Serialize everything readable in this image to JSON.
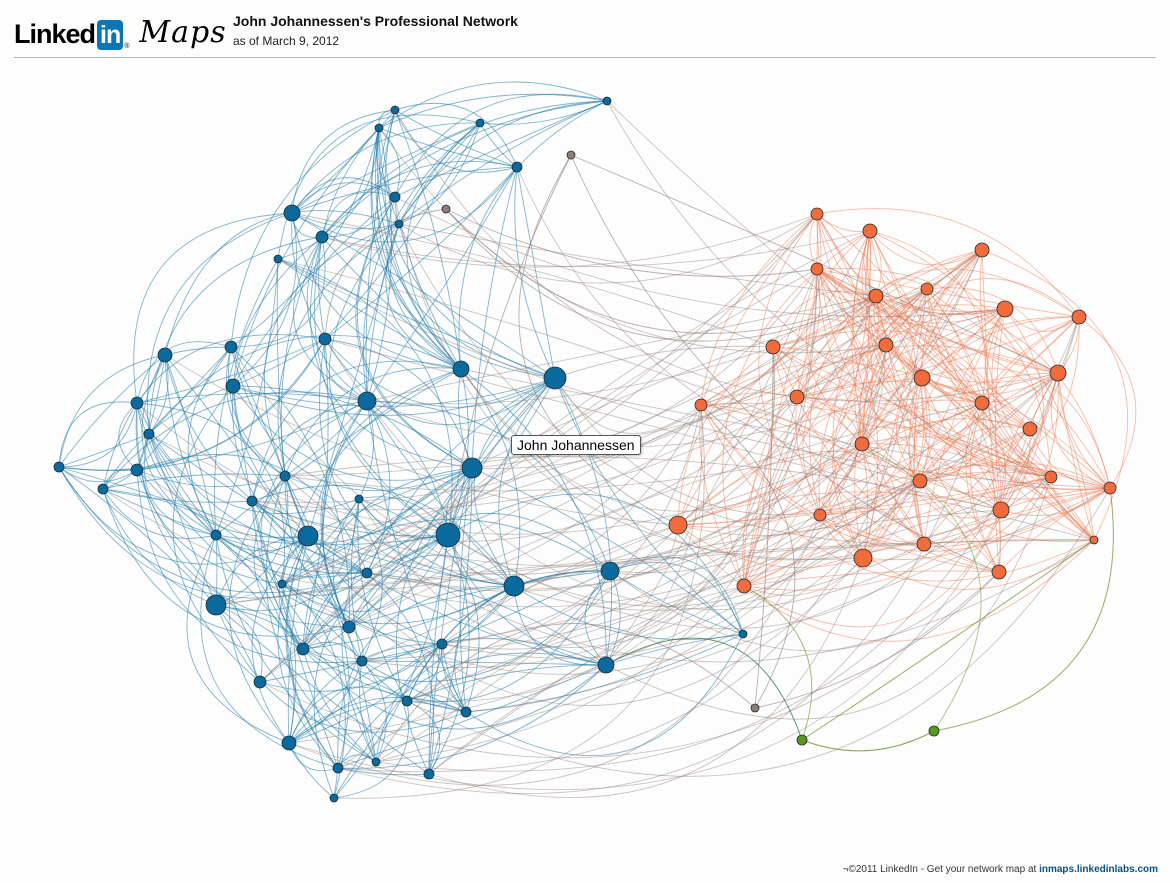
{
  "header": {
    "logo_linked": "Linked",
    "logo_in": "in",
    "logo_maps": "Maps",
    "title": "John Johannessen's Professional Network",
    "subtitle": "as of March 9, 2012"
  },
  "tooltip": {
    "label": "John Johannessen"
  },
  "footer": {
    "copyright": "¬©2011 LinkedIn - Get your network map at ",
    "link": "inmaps.linkedinlabs.com"
  },
  "colors": {
    "blue_node": "#0a6a9e",
    "blue_edge": "#1b79a8",
    "orange_node": "#f26b3a",
    "orange_edge": "#ee7c54",
    "gray_node": "#8f7e78",
    "gray_edge": "#8c7a76",
    "green_node": "#5a9a1a",
    "green_edge": "#6b8e23",
    "teal_edge": "#3f7a5a"
  },
  "network": {
    "clusters": [
      {
        "name": "blue",
        "color_key": "blue_node"
      },
      {
        "name": "orange",
        "color_key": "orange_node"
      },
      {
        "name": "gray",
        "color_key": "gray_node"
      },
      {
        "name": "green",
        "color_key": "green_node"
      }
    ]
  }
}
